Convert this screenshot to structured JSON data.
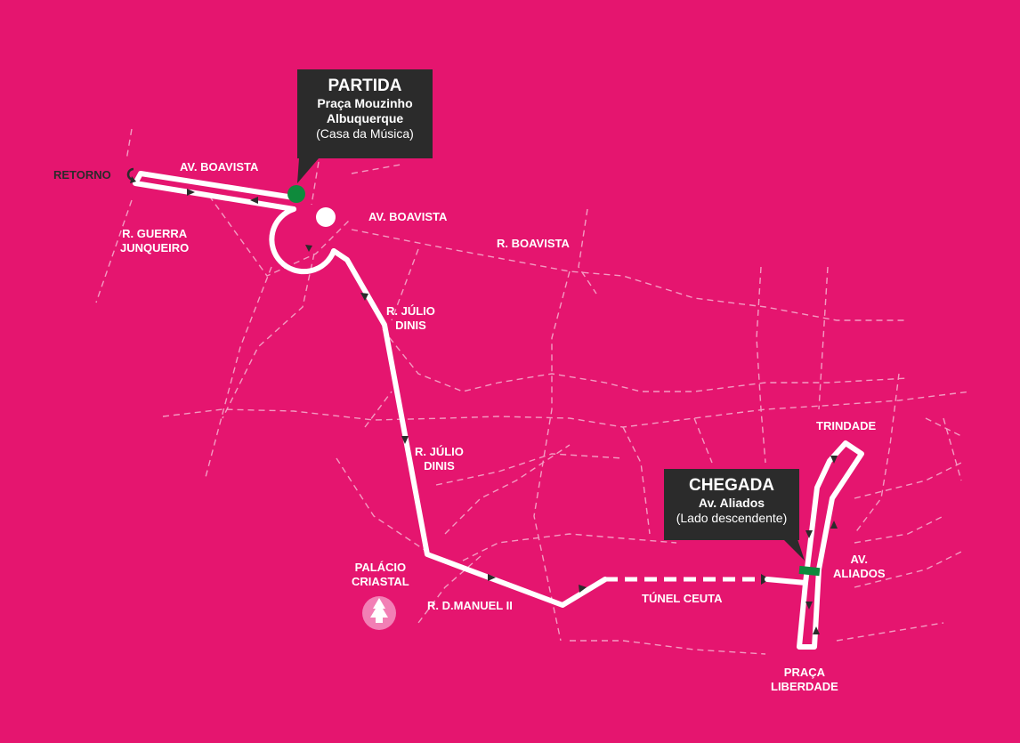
{
  "start": {
    "title": "PARTIDA",
    "line1": "Praça Mouzinho",
    "line2": "Albuquerque",
    "note": "(Casa da Música)"
  },
  "finish": {
    "title": "CHEGADA",
    "line1": "Av. Aliados",
    "note": "(Lado descendente)"
  },
  "labels": {
    "retorno": "RETORNO",
    "av_boavista_1": "AV. BOAVISTA",
    "av_boavista_2": "AV. BOAVISTA",
    "r_boavista": "R. BOAVISTA",
    "r_guerra_1": "R. GUERRA",
    "r_guerra_2": "JUNQUEIRO",
    "julio_dinis_a1": "R. JÚLIO",
    "julio_dinis_a2": "DINIS",
    "julio_dinis_b1": "R. JÚLIO",
    "julio_dinis_b2": "DINIS",
    "palacio_1": "PALÁCIO",
    "palacio_2": "CRIASTAL",
    "d_manuel": "R. D.MANUEL II",
    "tunel": "TÚNEL CEUTA",
    "trindade": "TRINDADE",
    "av_aliados_1": "AV.",
    "av_aliados_2": "ALIADOS",
    "praca_1": "PRAÇA",
    "praca_2": "LIBERDADE"
  },
  "icons": {
    "retorno": "u-turn-icon",
    "palacio": "tree-icon",
    "start_marker": "start-dot-marker",
    "finish_marker": "finish-bar-marker",
    "roundabout": "roundabout-icon"
  },
  "colors": {
    "background": "#e5156f",
    "route": "#ffffff",
    "callout": "#2b2b2b",
    "marker": "#0f8a3c",
    "park": "#f27fb5",
    "street": "#f6b3d1"
  }
}
